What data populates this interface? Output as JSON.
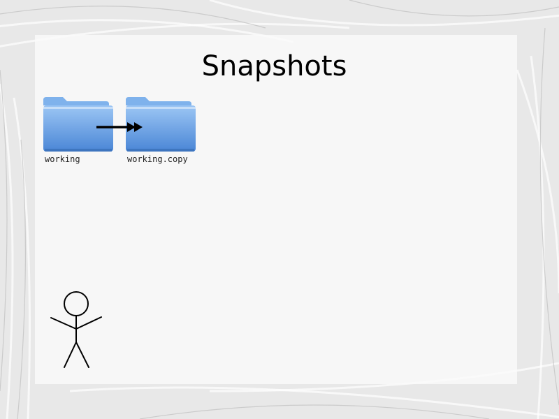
{
  "slide": {
    "title": "Snapshots"
  },
  "folders": [
    {
      "label": "working",
      "icon": "folder-icon",
      "color": "#5b9ae6"
    },
    {
      "label": "working.copy",
      "icon": "folder-icon",
      "color": "#5b9ae6"
    }
  ],
  "diagram": {
    "arrow_icon": "double-arrow-right-icon",
    "person_icon": "stick-figure-icon"
  },
  "colors": {
    "background": "#e9e9e9",
    "panel": "#fafafa",
    "folder_light": "#9cc6f4",
    "folder_dark": "#4a86d6",
    "arrow": "#000000"
  }
}
